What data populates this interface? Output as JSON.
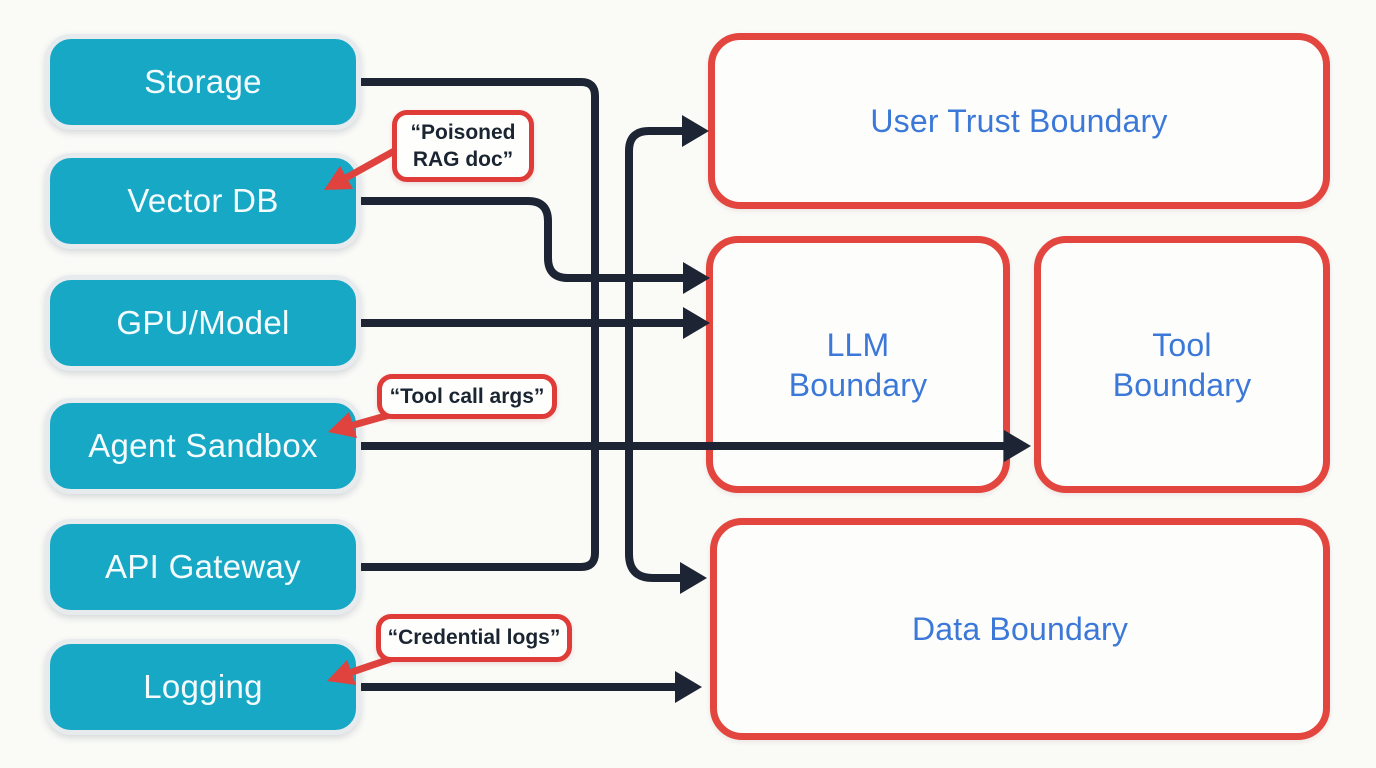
{
  "diagram": {
    "title": "LLM infrastructure trust-boundary data-flow diagram",
    "nodes": [
      {
        "id": "storage",
        "label": "Storage"
      },
      {
        "id": "vectordb",
        "label": "Vector DB"
      },
      {
        "id": "gpu",
        "label": "GPU/Model"
      },
      {
        "id": "agent",
        "label": "Agent Sandbox"
      },
      {
        "id": "api",
        "label": "API Gateway"
      },
      {
        "id": "logging",
        "label": "Logging"
      }
    ],
    "boundaries": [
      {
        "id": "user",
        "label": "User Trust Boundary"
      },
      {
        "id": "llm",
        "label": "LLM\nBoundary"
      },
      {
        "id": "tool",
        "label": "Tool\nBoundary"
      },
      {
        "id": "data",
        "label": "Data Boundary"
      }
    ],
    "annotations": [
      {
        "id": "rag",
        "text": "“Poisoned\nRAG doc”",
        "target": "Vector DB"
      },
      {
        "id": "toolargs",
        "text": "“Tool call args”",
        "target": "Agent Sandbox"
      },
      {
        "id": "credlogs",
        "text": "“Credential logs”",
        "target": "Logging"
      }
    ],
    "edges": [
      {
        "from": "Storage",
        "to": "API Gateway",
        "style": "shared trunk line, no arrowhead"
      },
      {
        "from": "shared trunk",
        "to": "User Trust Boundary",
        "style": "arrow"
      },
      {
        "from": "shared trunk",
        "to": "Data Boundary",
        "style": "arrow"
      },
      {
        "from": "Vector DB",
        "to": "LLM Boundary",
        "style": "arrow"
      },
      {
        "from": "GPU/Model",
        "to": "LLM Boundary",
        "style": "arrow"
      },
      {
        "from": "Agent Sandbox",
        "to": "Tool Boundary",
        "style": "arrow crossing LLM Boundary"
      },
      {
        "from": "Logging",
        "to": "Data Boundary",
        "style": "arrow"
      }
    ],
    "colors": {
      "background": "#fafaf7",
      "node_fill": "#17a8c6",
      "node_text": "#f4fbfd",
      "node_border": "#e7ebee",
      "boundary_border": "#e3463e",
      "boundary_text": "#3b78d8",
      "connector": "#1d2433",
      "annotation_border": "#df3b38",
      "annotation_arrow": "#e0423e",
      "annotation_text": "#1b2531"
    }
  }
}
